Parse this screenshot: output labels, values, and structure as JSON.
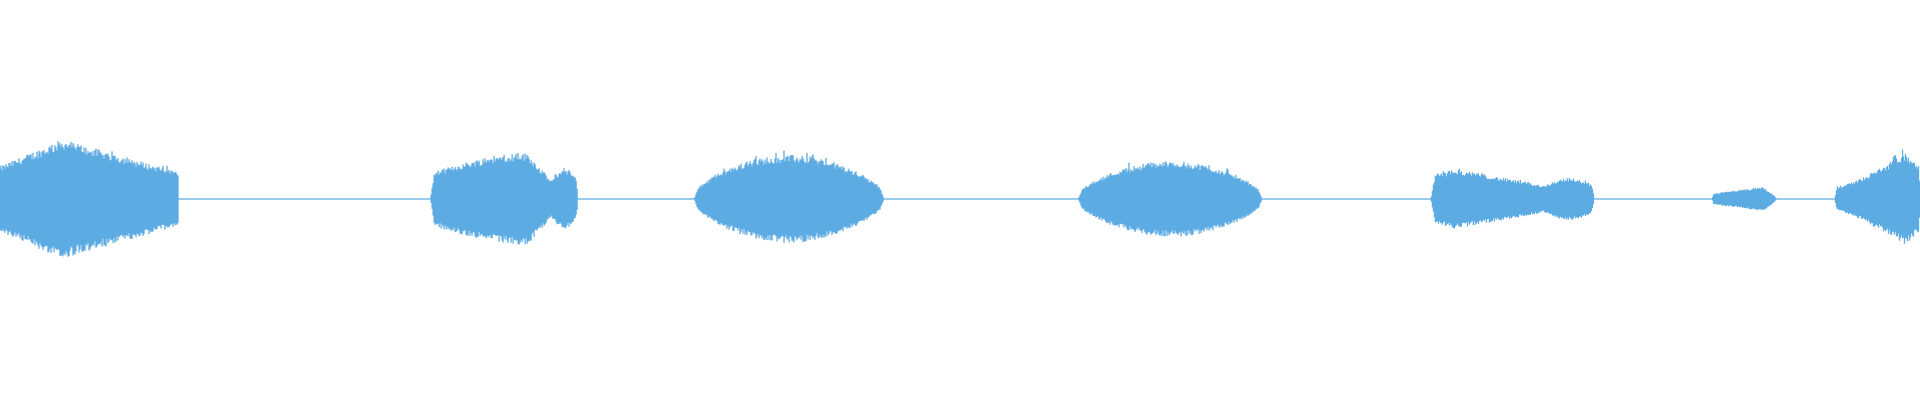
{
  "waveform": {
    "color": "#5dabe3",
    "background": "#ffffff",
    "duration_fraction_segments": [
      {
        "start": 0.0,
        "end": 0.093,
        "peak": 0.3,
        "shape": "attack-peak-decay",
        "peak_pos": 0.35
      },
      {
        "start": 0.224,
        "end": 0.301,
        "peak": 0.23,
        "shape": "hump-tail",
        "peak_pos": 0.66
      },
      {
        "start": 0.362,
        "end": 0.46,
        "peak": 0.22,
        "shape": "wide-hump",
        "peak_pos": 0.4
      },
      {
        "start": 0.562,
        "end": 0.657,
        "peak": 0.19,
        "shape": "wide-hump",
        "peak_pos": 0.48
      },
      {
        "start": 0.745,
        "end": 0.83,
        "peak": 0.15,
        "shape": "attack-decay-tail",
        "peak_pos": 0.15
      },
      {
        "start": 0.892,
        "end": 0.925,
        "peak": 0.06,
        "shape": "short-hump",
        "peak_pos": 0.8
      },
      {
        "start": 0.956,
        "end": 1.0,
        "peak": 0.23,
        "shape": "rising",
        "peak_pos": 0.82
      }
    ],
    "silence_level": 0.004
  }
}
